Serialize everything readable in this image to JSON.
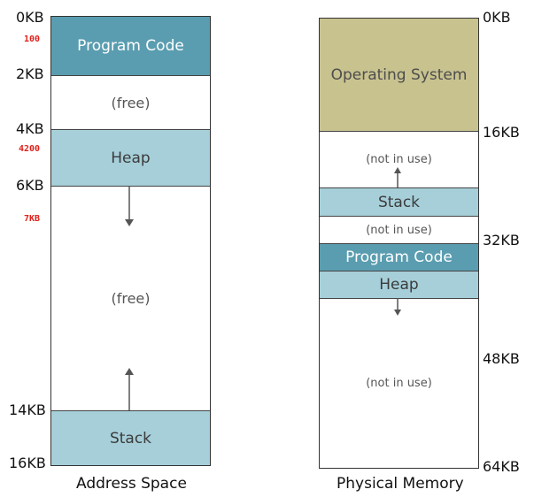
{
  "address_space": {
    "title": "Address Space",
    "labels": [
      "0KB",
      "2KB",
      "4KB",
      "6KB",
      "14KB",
      "16KB"
    ],
    "annotations": [
      "100",
      "4200",
      "7KB"
    ],
    "segments": {
      "code": "Program Code",
      "free1": "(free)",
      "heap": "Heap",
      "free2": "(free)",
      "stack": "Stack"
    }
  },
  "physical_memory": {
    "title": "Physical Memory",
    "labels": [
      "0KB",
      "16KB",
      "32KB",
      "48KB",
      "64KB"
    ],
    "segments": {
      "os": "Operating System",
      "notinuse1": "(not in use)",
      "stack": "Stack",
      "notinuse2": "(not in use)",
      "code": "Program Code",
      "heap": "Heap",
      "notinuse3": "(not in use)"
    }
  },
  "colors": {
    "code": "#5a9db0",
    "heap_stack": "#a6cfd9",
    "os": "#c8c28f",
    "annotation": "#e0201a"
  }
}
